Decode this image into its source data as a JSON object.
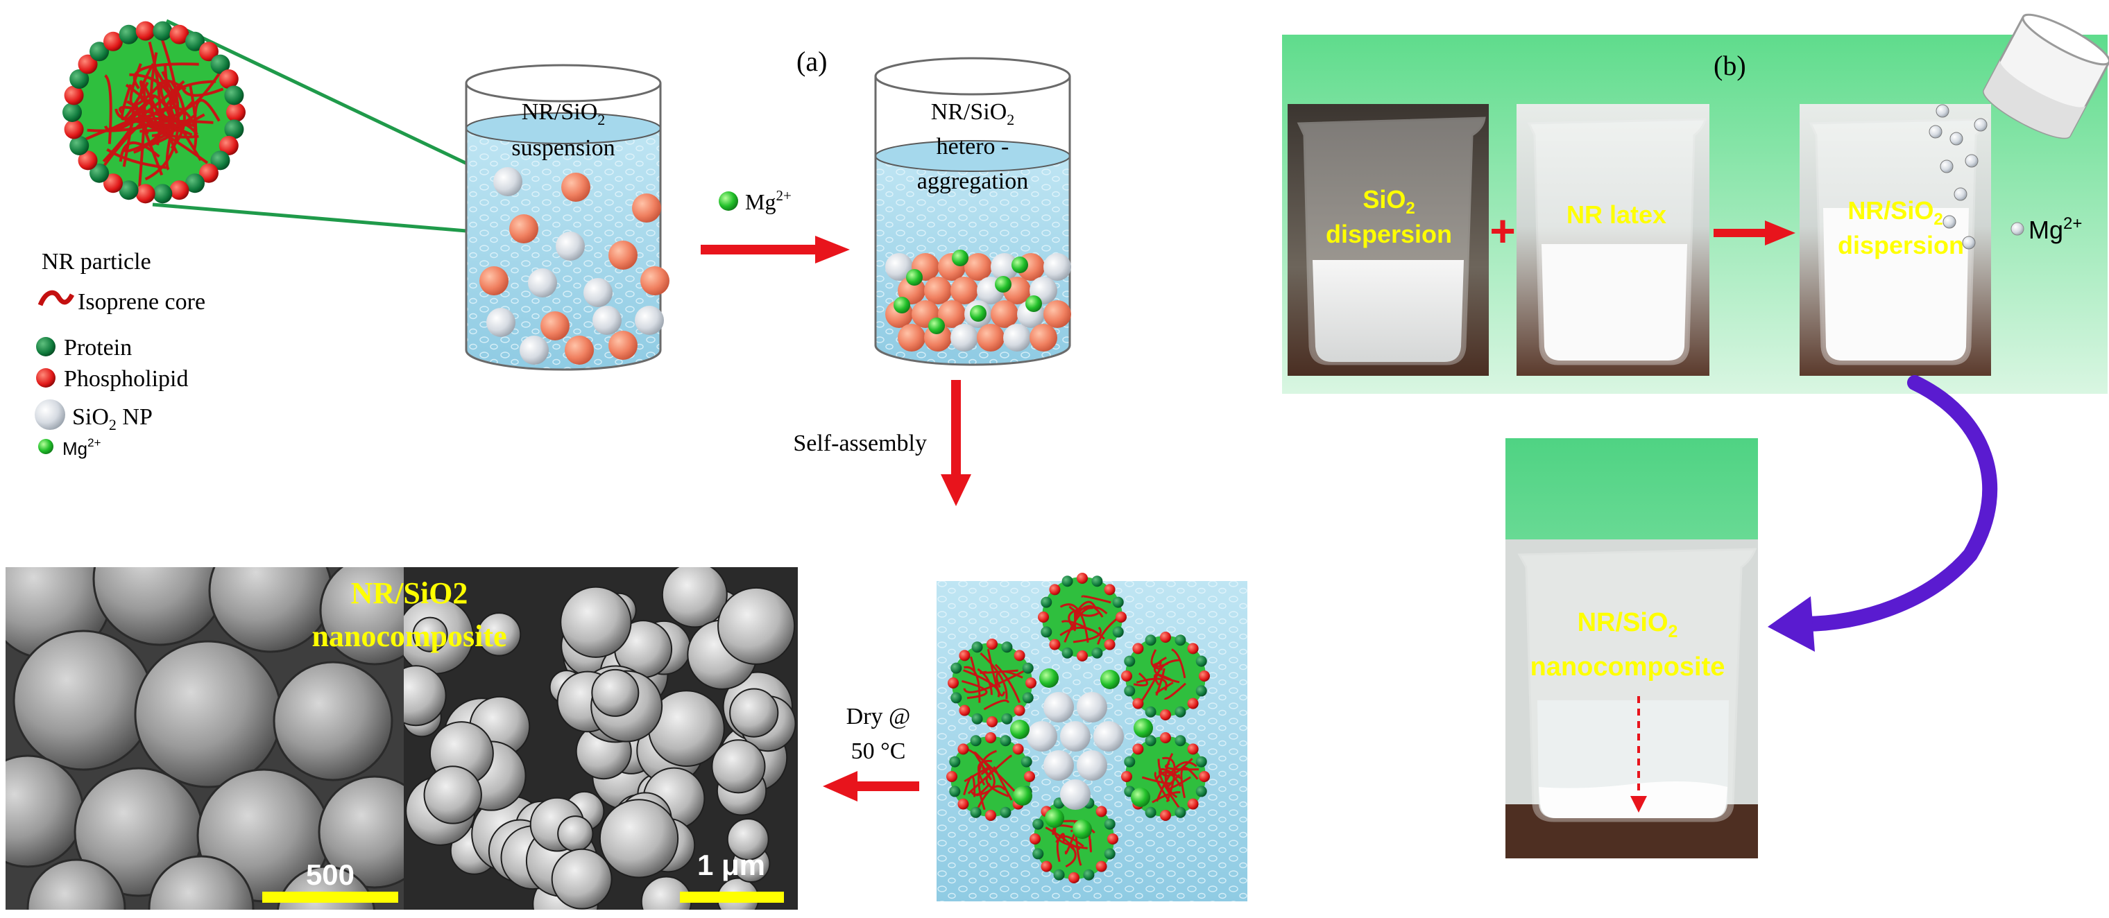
{
  "panel_a": {
    "label": "(a)",
    "legend": {
      "title": "NR particle",
      "isoprene": "Isoprene core",
      "protein": "Protein",
      "phospholipid": "Phospholipid",
      "sio2_np": "SiO",
      "sio2_np_sub": "2",
      "sio2_np_tail": " NP",
      "mg": "Mg",
      "mg_sup": "2+"
    },
    "beaker1": {
      "line1": "NR/SiO",
      "line1_sub": "2",
      "line2": "suspension"
    },
    "arrow1": {
      "label": "Mg",
      "label_sup": "2+"
    },
    "beaker2": {
      "line1": "NR/SiO",
      "line1_sub": "2",
      "line2": "hetero -",
      "line3": "aggregation"
    },
    "self_assembly": "Self-assembly",
    "dry": {
      "line1": "Dry @",
      "line2": "50 °C"
    },
    "sem": {
      "title_line1": "NR/SiO2",
      "title_line2": "nanocomposite",
      "scale_left": "500",
      "scale_right": "1 μm"
    }
  },
  "panel_b": {
    "label": "(b)",
    "beaker_sio2": {
      "line1": "SiO",
      "line1_sub": "2",
      "line2": "dispersion"
    },
    "plus": "+",
    "beaker_nr": {
      "label": "NR latex"
    },
    "beaker_mix": {
      "line1": "NR/SiO",
      "line1_sub": "2",
      "line2": "dispersion"
    },
    "mg": {
      "label": "Mg",
      "label_sup": "2+"
    },
    "result": {
      "line1": "NR/SiO",
      "line1_sub": "2",
      "line2": "nanocomposite"
    }
  },
  "colors": {
    "arrow_red": "#e8141c",
    "text_yellow": "#ffff00",
    "protein_green": "#0f7a3c",
    "phospholipid_red": "#e01818",
    "mg_green": "#22c02a",
    "panel_b_green": "#5fdc8c",
    "purple_arrow": "#5a1bd0",
    "water_blue": "#a9d9ec"
  }
}
